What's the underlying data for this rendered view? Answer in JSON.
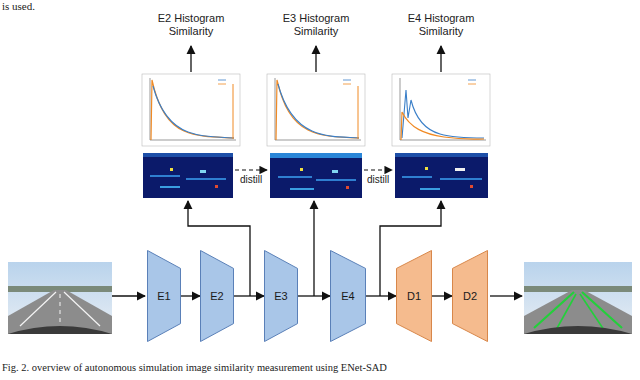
{
  "diagram": {
    "caption": "Fig. 2. overview of autonomous simulation image similarity measurement using ENet-SAD",
    "nodes": [
      {
        "text": [
          "E1"
        ]
      },
      {
        "text": [
          "E2"
        ]
      },
      {
        "text": [
          "E3"
        ]
      },
      {
        "text": [
          "E4"
        ]
      },
      {
        "text": [
          "D1"
        ]
      },
      {
        "text": [
          "D2"
        ]
      }
    ],
    "edges": [
      {
        "from": 0,
        "to": 1,
        "arrow": "to"
      },
      {
        "from": 1,
        "to": 2,
        "arrow": "to"
      },
      {
        "from": 2,
        "to": 3,
        "arrow": "to"
      },
      {
        "from": 3,
        "to": 4,
        "arrow": "to"
      },
      {
        "from": 4,
        "to": 5,
        "arrow": "to"
      }
    ],
    "labels": [
      "is used.",
      "E2 Histogram Similarity",
      "E3 Histogram Similarity",
      "E4 Histogram Similarity",
      "distill",
      "distill"
    ]
  }
}
